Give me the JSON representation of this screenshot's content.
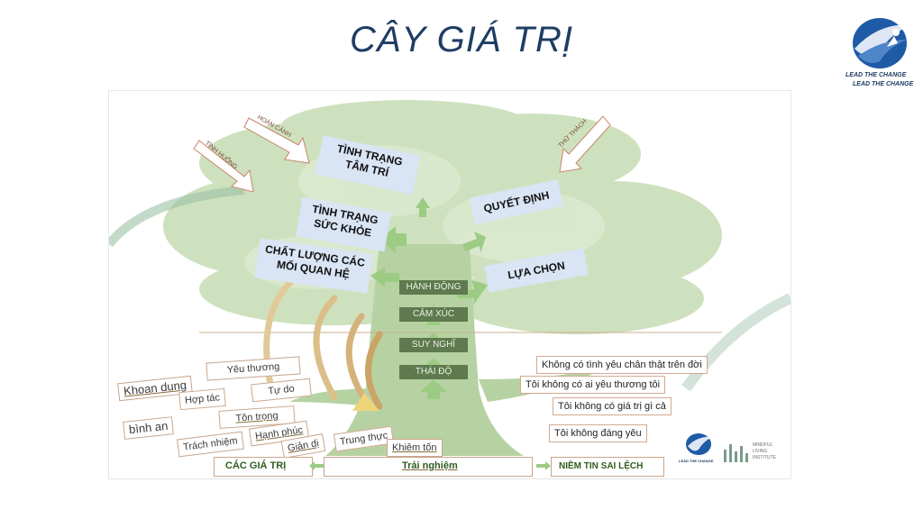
{
  "title": "CÂY GIÁ TRỊ",
  "logo": {
    "line1": "LEAD THE CHANGE",
    "line2": "LEAD THE CHANGE"
  },
  "tree": {
    "state_boxes": [
      "TÌNH TRẠNG TÂM TRÍ",
      "TÌNH TRẠNG SỨC KHỎE",
      "CHẤT LƯỢNG CÁC MỐI QUAN HỆ"
    ],
    "right_boxes": [
      "QUYẾT ĐỊNH",
      "LỰA CHỌN"
    ],
    "influences": [
      "HOÀN CẢNH",
      "TÌNH HUỐNG",
      "THỬ THÁCH"
    ],
    "trunk_steps": [
      "HÀNH ĐỘNG",
      "CẢM XÚC",
      "SUY NGHĨ",
      "THÁI ĐỘ"
    ]
  },
  "values": [
    "Khoan dung",
    "Yêu thương",
    "Hợp tác",
    "Tự do",
    "bình an",
    "Tôn trọng",
    "Trách nhiệm",
    "Hạnh phúc",
    "Giản dị",
    "Trung thực",
    "Khiêm tốn"
  ],
  "false_beliefs": [
    "Không có tình yêu chân thật trên đời",
    "Tôi không có ai yêu thương tôi",
    "Tôi không có giá trị gì cả",
    "Tôi không đáng yêu"
  ],
  "footer": {
    "left": "CÁC GIÁ TRỊ",
    "center": "Trải nghiệm",
    "right": "NIỀM TIN SAI LỆCH"
  },
  "partners": {
    "ltc": "LEAD THE CHANGE",
    "mli": [
      "MINDFUL",
      "LIVING",
      "INSTITUTE"
    ]
  },
  "colors": {
    "title": "#1f3d64",
    "foliage": "#b9d3a6",
    "trunk_step": "#5e7a4e",
    "label_box": "#d9e4f4",
    "footer_text": "#2f5d1e"
  }
}
